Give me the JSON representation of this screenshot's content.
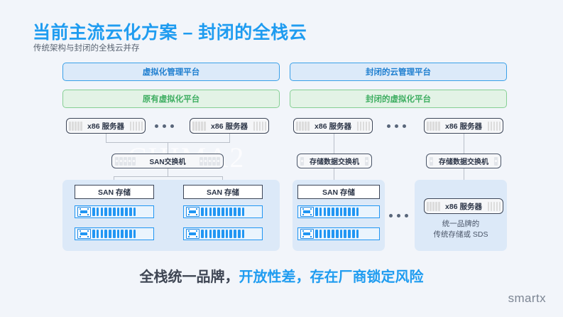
{
  "page": {
    "background": "#f2f5fa",
    "accent": "#1f9cf0",
    "watermark": "CHIMA2"
  },
  "header": {
    "title": "当前主流云化方案 – 封闭的全栈云",
    "subtitle": "传统架构与封闭的全栈云并存"
  },
  "left_stack": {
    "mgmt_platform": "虚拟化管理平台",
    "virt_platform": "原有虚拟化平台",
    "servers": [
      "x86 服务器",
      "x86 服务器"
    ],
    "switch": "SAN交换机",
    "storage": [
      "SAN 存储",
      "SAN 存储"
    ]
  },
  "right_stack": {
    "mgmt_platform": "封闭的云管理平台",
    "virt_platform": "封闭的虚拟化平台",
    "servers": [
      "x86 服务器",
      "x86 服务器"
    ],
    "switches": [
      "存储数据交换机",
      "存储数据交换机"
    ],
    "storage": "SAN 存储",
    "sds_server": "x86 服务器",
    "sds_note_line1": "统一品牌的",
    "sds_note_line2": "传统存储或 SDS"
  },
  "footer": {
    "text_plain": "全栈统一品牌，",
    "text_highlight": "开放性差，存在厂商锁定风险",
    "logo": "smartx"
  }
}
